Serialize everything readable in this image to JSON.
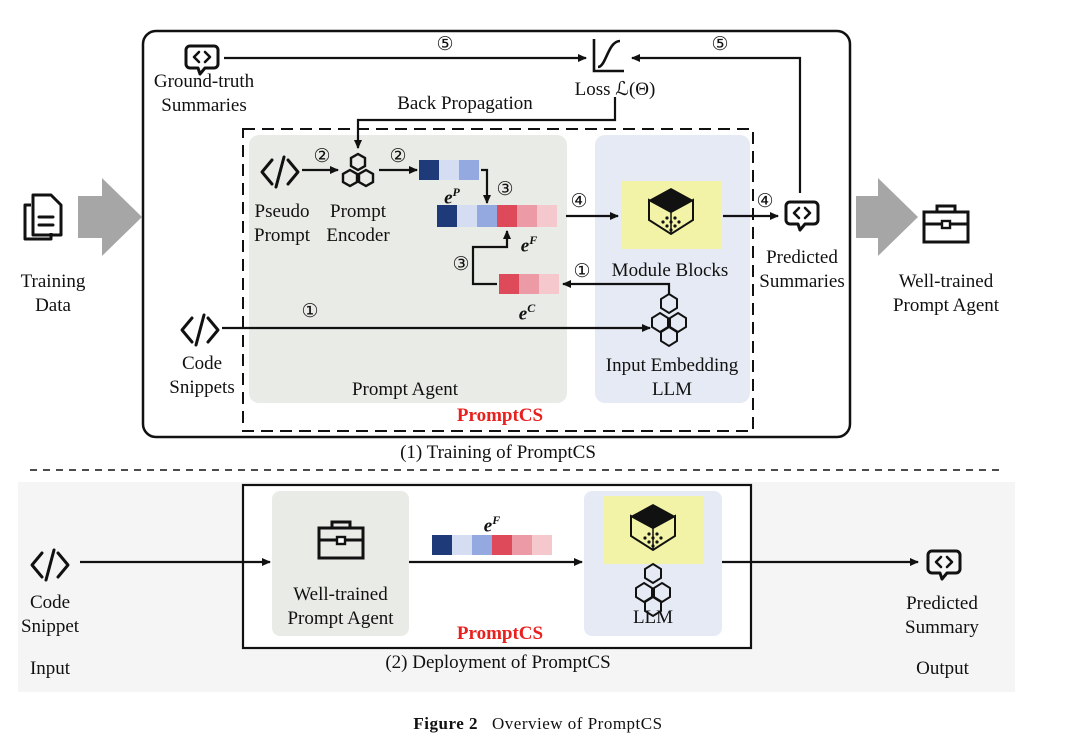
{
  "training": {
    "ground_truth": [
      "Ground-truth",
      "Summaries"
    ],
    "loss": "Loss ℒ(Θ)",
    "back_propagation": "Back Propagation",
    "pseudo_prompt": [
      "Pseudo",
      "Prompt"
    ],
    "prompt_encoder": [
      "Prompt",
      "Encoder"
    ],
    "module_blocks": "Module Blocks",
    "predicted_summaries": [
      "Predicted",
      "Summaries"
    ],
    "training_data": [
      "Training",
      "Data"
    ],
    "well_trained_agent": [
      "Well-trained",
      "Prompt Agent"
    ],
    "code_snippets": [
      "Code",
      "Snippets"
    ],
    "prompt_agent": "Prompt Agent",
    "input_embedding": "Input Embedding",
    "llm": "LLM",
    "brand": "PromptCS",
    "title": "(1) Training of PromptCS",
    "e_p": "P",
    "e_f": "F",
    "e_c": "C",
    "step_1": "①",
    "step_2": "②",
    "step_3": "③",
    "step_4": "④",
    "step_5": "⑤"
  },
  "deployment": {
    "code_snippet": [
      "Code",
      "Snippet"
    ],
    "input": "Input",
    "agent": [
      "Well-trained",
      "Prompt Agent"
    ],
    "e_f": "F",
    "llm": "LLM",
    "brand": "PromptCS",
    "predicted_summary": [
      "Predicted",
      "Summary"
    ],
    "output": "Output",
    "title": "(2) Deployment of PromptCS"
  },
  "caption": {
    "label": "Figure 2",
    "text": "Overview of PromptCS"
  },
  "colors": {
    "agent_panel": "#e9ebe6",
    "llm_panel": "#e6eaf4",
    "module_yellow": "#f3f3a8",
    "arrow_gray": "#a6a6a6",
    "brand_red": "#e8201e",
    "blue_dark": "#1f3a78",
    "blue_light": "#d4ddf1",
    "blue_mid": "#93a9e0",
    "red_dark": "#df4a5b",
    "red_mid": "#ec9aa5",
    "red_light": "#f5c8ce"
  }
}
